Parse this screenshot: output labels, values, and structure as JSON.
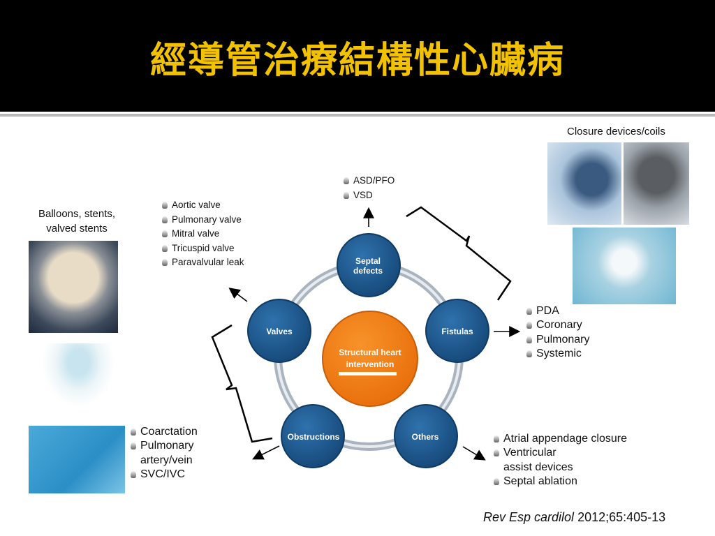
{
  "title": "經導管治療結構性心臟病",
  "center": {
    "line1": "Structural heart",
    "line2": "intervention"
  },
  "nodes": {
    "septal_line1": "Septal",
    "septal_line2": "defects",
    "valves": "Valves",
    "fistulas": "Fistulas",
    "obstructions": "Obstructions",
    "others": "Others"
  },
  "septal_list": [
    "ASD/PFO",
    "VSD"
  ],
  "valves_list": [
    "Aortic valve",
    "Pulmonary valve",
    "Mitral valve",
    "Tricuspid valve",
    "Paravalvular leak"
  ],
  "fistulas_list": [
    "PDA",
    "Coronary",
    "Pulmonary",
    "Systemic"
  ],
  "obstructions_list": [
    "Coarctation",
    "Pulmonary",
    "artery/vein",
    "SVC/IVC"
  ],
  "others_list": [
    "Atrial appendage closure",
    "Ventricular",
    "assist devices",
    "Septal ablation"
  ],
  "left_caption": {
    "line1": "Balloons, stents,",
    "line2": "valved stents"
  },
  "right_caption": "Closure devices/coils",
  "citation": {
    "journal": "Rev Esp cardilol",
    "ref": " 2012;65:405-13"
  },
  "colors": {
    "title": "#f2c200",
    "node": "#1f5c94",
    "center": "#f07c14"
  }
}
